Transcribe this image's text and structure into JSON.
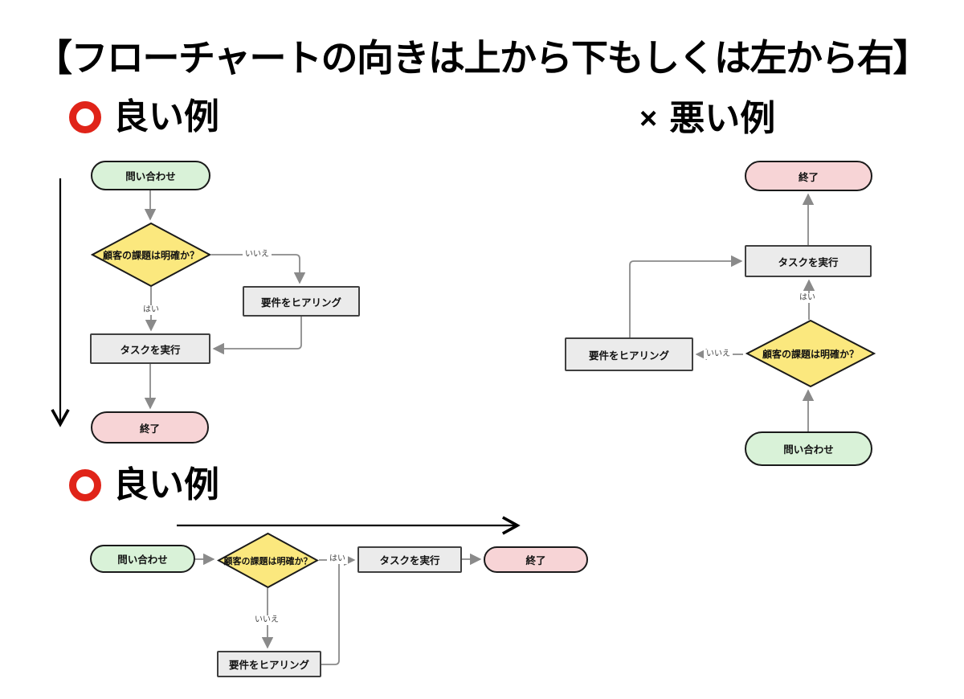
{
  "title": "【フローチャートの向きは上から下もしくは左から右】",
  "headings": [
    {
      "mark": "circle",
      "label": "良い例"
    },
    {
      "mark": "x",
      "mark_char": "×",
      "label": "悪い例"
    },
    {
      "mark": "circle",
      "label": "良い例"
    }
  ],
  "nodes": {
    "start": "問い合わせ",
    "decision": "顧客の課題は明確か？",
    "hearing": "要件をヒアリング",
    "task": "タスクを実行",
    "end": "終了"
  },
  "edge_labels": {
    "yes": "はい",
    "no": "いいえ"
  },
  "charts": [
    {
      "name": "good-example-top-to-bottom",
      "direction": "top-to-bottom",
      "edges": [
        {
          "from": "問い合わせ",
          "to": "顧客の課題は明確か？",
          "label": ""
        },
        {
          "from": "顧客の課題は明確か？",
          "to": "タスクを実行",
          "label": "はい"
        },
        {
          "from": "顧客の課題は明確か？",
          "to": "要件をヒアリング",
          "label": "いいえ"
        },
        {
          "from": "要件をヒアリング",
          "to": "タスクを実行",
          "label": ""
        },
        {
          "from": "タスクを実行",
          "to": "終了",
          "label": ""
        }
      ]
    },
    {
      "name": "bad-example-bottom-to-top",
      "direction": "bottom-to-top",
      "edges": [
        {
          "from": "問い合わせ",
          "to": "顧客の課題は明確か？",
          "label": ""
        },
        {
          "from": "顧客の課題は明確か？",
          "to": "タスクを実行",
          "label": "はい"
        },
        {
          "from": "顧客の課題は明確か？",
          "to": "要件をヒアリング",
          "label": "いいえ"
        },
        {
          "from": "要件をヒアリング",
          "to": "タスクを実行",
          "label": ""
        },
        {
          "from": "タスクを実行",
          "to": "終了",
          "label": ""
        }
      ]
    },
    {
      "name": "good-example-left-to-right",
      "direction": "left-to-right",
      "edges": [
        {
          "from": "問い合わせ",
          "to": "顧客の課題は明確か？",
          "label": ""
        },
        {
          "from": "顧客の課題は明確か？",
          "to": "タスクを実行",
          "label": "はい"
        },
        {
          "from": "顧客の課題は明確か？",
          "to": "要件をヒアリング",
          "label": "いいえ"
        },
        {
          "from": "要件をヒアリング",
          "to": "タスクを実行",
          "label": ""
        },
        {
          "from": "タスクを実行",
          "to": "終了",
          "label": ""
        }
      ]
    }
  ],
  "colors": {
    "start_fill": "#d9f2d8",
    "end_fill": "#f7d4d6",
    "decision_fill": "#fbe87e",
    "process_fill": "#ebebeb",
    "node_border": "#1a1a1a",
    "connector": "#8a8a8a",
    "direction_arrow": "#000000",
    "good_mark_red": "#e02419"
  }
}
